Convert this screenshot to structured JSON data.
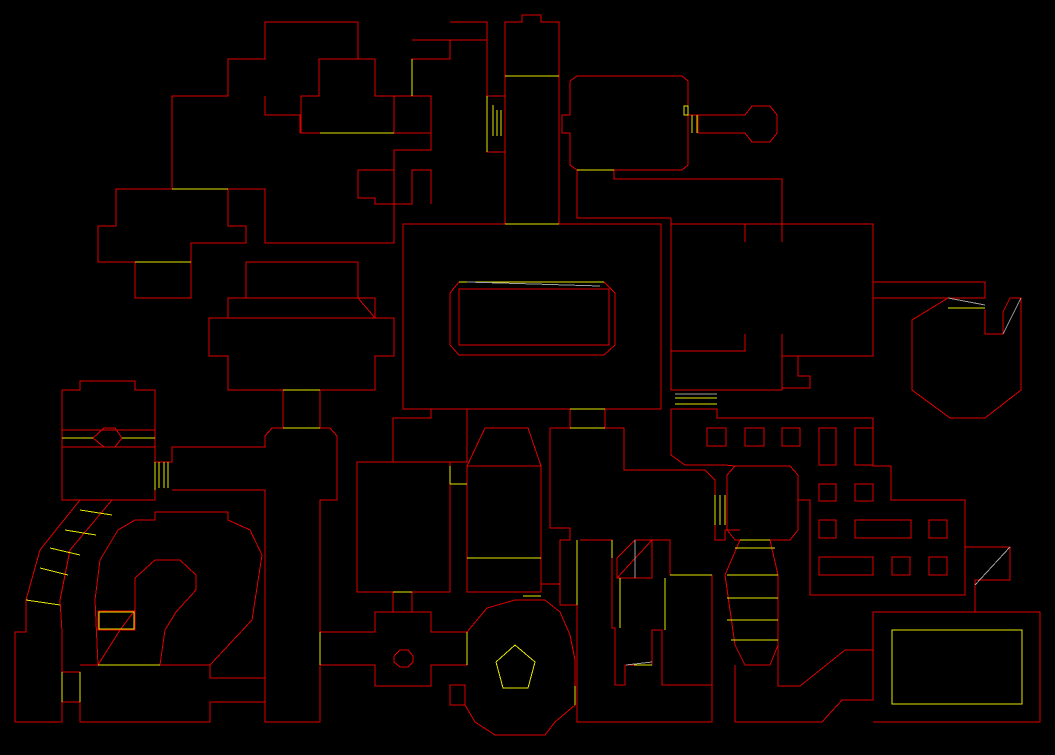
{
  "view": "automap",
  "colors": {
    "background": "#000000",
    "wall": "#e00000",
    "step": "#e6e600",
    "secret": "#a0a0a0"
  },
  "icons": [
    "automap-wall-lines",
    "door-marker-lines",
    "lift-marker-lines"
  ]
}
